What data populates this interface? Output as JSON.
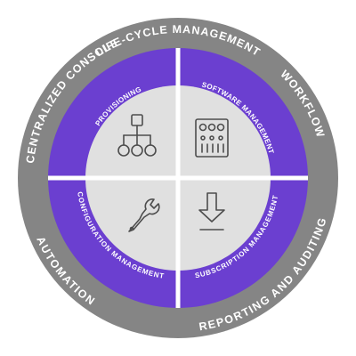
{
  "colors": {
    "outer_ring": "#858585",
    "middle_ring": "#6b3fd0",
    "center": "#e0e0e0",
    "divider": "#ffffff",
    "icon": "#4d4d4d",
    "text": "#ffffff"
  },
  "outer_labels": {
    "top": "LIFE-CYCLE MANAGEMENT",
    "right": "WORKFLOW",
    "bottom_right": "REPORTING AND AUDITING",
    "bottom_left": "AUTOMATION",
    "left": "CENTRALIZED CONSOLE"
  },
  "quadrants": {
    "top_left": {
      "label": "PROVISIONING",
      "icon": "hierarchy-icon"
    },
    "top_right": {
      "label": "SOFTWARE MANAGEMENT",
      "icon": "control-panel-icon"
    },
    "bottom_left": {
      "label": "CONFIGURATION MANAGEMENT",
      "icon": "wrench-icon"
    },
    "bottom_right": {
      "label": "SUBSCRIPTION MANAGEMENT",
      "icon": "download-icon"
    }
  }
}
